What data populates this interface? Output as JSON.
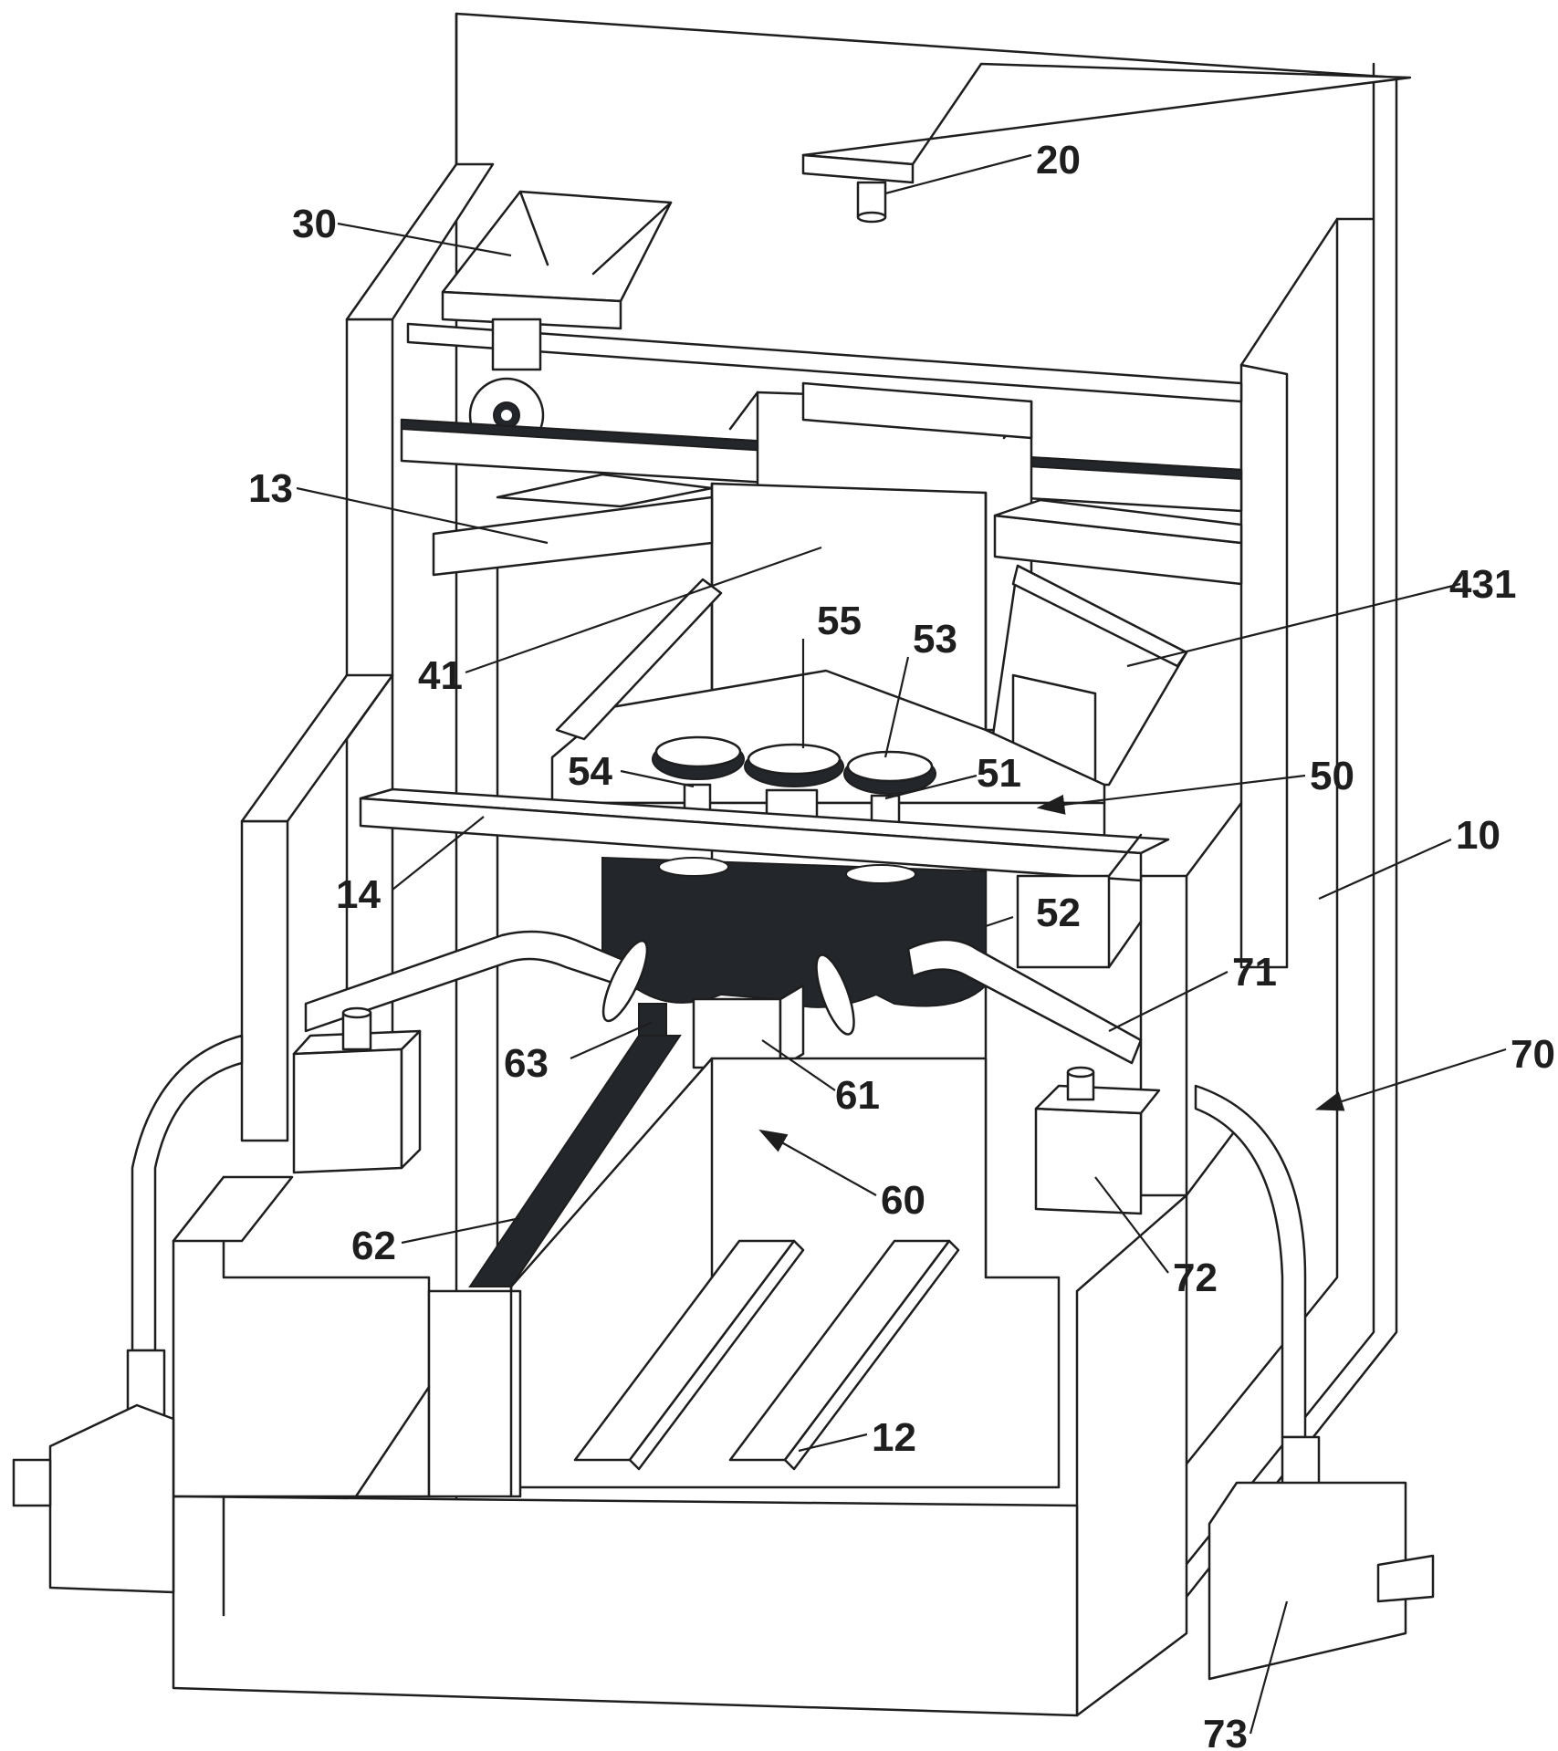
{
  "labels": {
    "l20": "20",
    "l30": "30",
    "l13": "13",
    "l41": "41",
    "l55": "55",
    "l53": "53",
    "l431": "431",
    "l54": "54",
    "l51": "51",
    "l50": "50",
    "l10": "10",
    "l14": "14",
    "l52": "52",
    "l71": "71",
    "l63": "63",
    "l61": "61",
    "l70": "70",
    "l60": "60",
    "l62": "62",
    "l72": "72",
    "l12": "12",
    "l73": "73"
  }
}
